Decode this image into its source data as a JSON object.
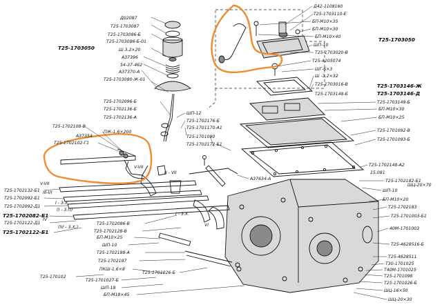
{
  "diagram": {
    "labels": [
      {
        "id": "d02087",
        "text": "Д02087"
      },
      {
        "id": "t25_1703087",
        "text": "Т25-1703087"
      },
      {
        "id": "t25_1703086_b",
        "text": "Т25-1703086-Б"
      },
      {
        "id": "t25_1703086_b01",
        "text": "Т25-1703086-Б-01"
      },
      {
        "id": "sh32x20",
        "text": "Ш 3,2×20"
      },
      {
        "id": "a37396",
        "text": "А37396"
      },
      {
        "id": "n54_37_462",
        "text": "54-37-462"
      },
      {
        "id": "a37370_a",
        "text": "А37370-А"
      },
      {
        "id": "t25_1703080_zh01",
        "text": "Т25-1703080-Ж-01"
      },
      {
        "id": "t25_1703050_left",
        "text": "Т25-1703050"
      },
      {
        "id": "d42_1108160",
        "text": "Д42-1108160"
      },
      {
        "id": "t25_1703110_e",
        "text": "Т25-1703110-Е"
      },
      {
        "id": "bp_m10x35",
        "text": "БП-М10×35"
      },
      {
        "id": "bp_m10x30_top",
        "text": "БП-М10×30"
      },
      {
        "id": "bp_m10x40",
        "text": "БП-М10×40"
      },
      {
        "id": "shp10_top",
        "text": "ШП-10"
      },
      {
        "id": "t25_1703020_v",
        "text": "Т25-1703020-В"
      },
      {
        "id": "t25_4205074",
        "text": "Т25-4205074"
      },
      {
        "id": "shg6x3",
        "text": "ШГ-6×3"
      },
      {
        "id": "sh32x32",
        "text": "Ш -3,2×32"
      },
      {
        "id": "t25_1703016_v",
        "text": "Т25-1703016-В"
      },
      {
        "id": "t25_1703050_right",
        "text": "Т25-1703050"
      },
      {
        "id": "t25_1703148_b",
        "text": "Т25-1703148-Б"
      },
      {
        "id": "t25_1703146_zh",
        "text": "Т25-1703146-Ж"
      },
      {
        "id": "t25_1703146_d",
        "text": "Т25-1703146-Д"
      },
      {
        "id": "t25_1703149_b",
        "text": "Т25-1703149-Б"
      },
      {
        "id": "bp_m10x30_mid",
        "text": "БП-М10×30"
      },
      {
        "id": "bp_m10x25_r",
        "text": "БП-М10×25"
      },
      {
        "id": "t25_1701092_v",
        "text": "Т25-1701092-В"
      },
      {
        "id": "t25_1701093_b",
        "text": "Т25-1701093-Б"
      },
      {
        "id": "t25_1702096_b",
        "text": "Т25-1702096-Б"
      },
      {
        "id": "t25_1702136_b",
        "text": "Т25-1702136-Б"
      },
      {
        "id": "t25_1702136_a",
        "text": "Т25-1702136-А"
      },
      {
        "id": "shp12",
        "text": "ШП-12"
      },
      {
        "id": "t25_1702176_b",
        "text": "Т25-1702176-Б"
      },
      {
        "id": "t25_1701170_a1",
        "text": "Т25-1701170-А1"
      },
      {
        "id": "t25_1702108_v",
        "text": "Т25-1702108-В"
      },
      {
        "id": "pzh16x200",
        "text": "ПЖ-1,6×200"
      },
      {
        "id": "a37354",
        "text": "А37354"
      },
      {
        "id": "t25_1702102_g1",
        "text": "Т25-1702102-Г1"
      },
      {
        "id": "v_vii_a",
        "text": "V-VII"
      },
      {
        "id": "t25_1701090",
        "text": "Т25-1701090"
      },
      {
        "id": "t25_1702172_b1",
        "text": "Т25-1702172-Б1"
      },
      {
        "id": "t25_1702148_a2",
        "text": "Т25-1702148-А2"
      },
      {
        "id": "n15_081",
        "text": "15,081"
      },
      {
        "id": "a37634_a",
        "text": "А37634-А"
      },
      {
        "id": "t25_1702132_b1",
        "text": "Т25-1702132-Б1"
      },
      {
        "id": "t25_1702092_b1",
        "text": "Т25-1702092-Б1"
      },
      {
        "id": "t25_1702092_d1",
        "text": "Т25-1702092-Д1"
      },
      {
        "id": "v_vii_b",
        "text": "V-VII"
      },
      {
        "id": "iii_vi",
        "text": "III-VI"
      },
      {
        "id": "ii_vii",
        "text": "II - VII"
      },
      {
        "id": "i_3h",
        "text": "I - 3.Х."
      },
      {
        "id": "i_3p",
        "text": "(I - 3.П)"
      },
      {
        "id": "t25_1702082_b1",
        "text": "Т25-1702082-Б1"
      },
      {
        "id": "t25_1702122_d1",
        "text": "Т25-1702122-Д1"
      },
      {
        "id": "iv_label",
        "text": "IV"
      },
      {
        "id": "t25_1702122_b1",
        "text": "Т25-1702122-Б1"
      },
      {
        "id": "iv_3h",
        "text": "(IV - 3.Х.)"
      },
      {
        "id": "t25_1702086_v",
        "text": "Т25-1702086-В"
      },
      {
        "id": "t25_1702128_v",
        "text": "Т25-1702128-В"
      },
      {
        "id": "bp_m10x25_l",
        "text": "БП-М10×25"
      },
      {
        "id": "shp10_l",
        "text": "ШП-10"
      },
      {
        "id": "t25_1702188_a",
        "text": "Т25-1702188-А"
      },
      {
        "id": "t25_1702187",
        "text": "Т25-1702187"
      },
      {
        "id": "pkzh16x8",
        "text": "ПКШ-1,6×8"
      },
      {
        "id": "t25_1701026_b",
        "text": "Т25-1701026-Б"
      },
      {
        "id": "t25_1701027_b",
        "text": "Т25-1701027-Б"
      },
      {
        "id": "shp18",
        "text": "ШП-18"
      },
      {
        "id": "bp_m18x45",
        "text": "БП-М18×45"
      },
      {
        "id": "t25_170102",
        "text": "Т25-170102"
      },
      {
        "id": "i_3h_b",
        "text": "I - 3.Х."
      },
      {
        "id": "vi_label",
        "text": "VI"
      },
      {
        "id": "t25_1702182_b1",
        "text": "Т25-1702182-Б1"
      },
      {
        "id": "shp10_r",
        "text": "ШП-10"
      },
      {
        "id": "bp_m10x20",
        "text": "БП-М10×20"
      },
      {
        "id": "t25_1702183",
        "text": "Т25-1702183"
      },
      {
        "id": "t25_1701003_b1",
        "text": "Т25-1701003-Б1"
      },
      {
        "id": "n40m_1701003",
        "text": "40М-1701003"
      },
      {
        "id": "t25_4628516_b",
        "text": "Т25-4628516-Б"
      },
      {
        "id": "t25_4628511",
        "text": "Т25-4628511"
      },
      {
        "id": "t30_1701025",
        "text": "Т30-1701025"
      },
      {
        "id": "t40m_1701025",
        "text": "Т40М-1701025"
      },
      {
        "id": "t25_1701098",
        "text": "Т25-1701098"
      },
      {
        "id": "t25_1701026_b_r",
        "text": "Т25-1701026-Б"
      },
      {
        "id": "shch16x50",
        "text": "ШЦ-16×50"
      },
      {
        "id": "shch20x30",
        "text": "ШЦ-20×30"
      },
      {
        "id": "shch20x70",
        "text": "ШЦ-20×70"
      }
    ]
  },
  "colors": {
    "highlight": "#f08a2e",
    "ink": "#111111",
    "background": "#ffffff"
  }
}
